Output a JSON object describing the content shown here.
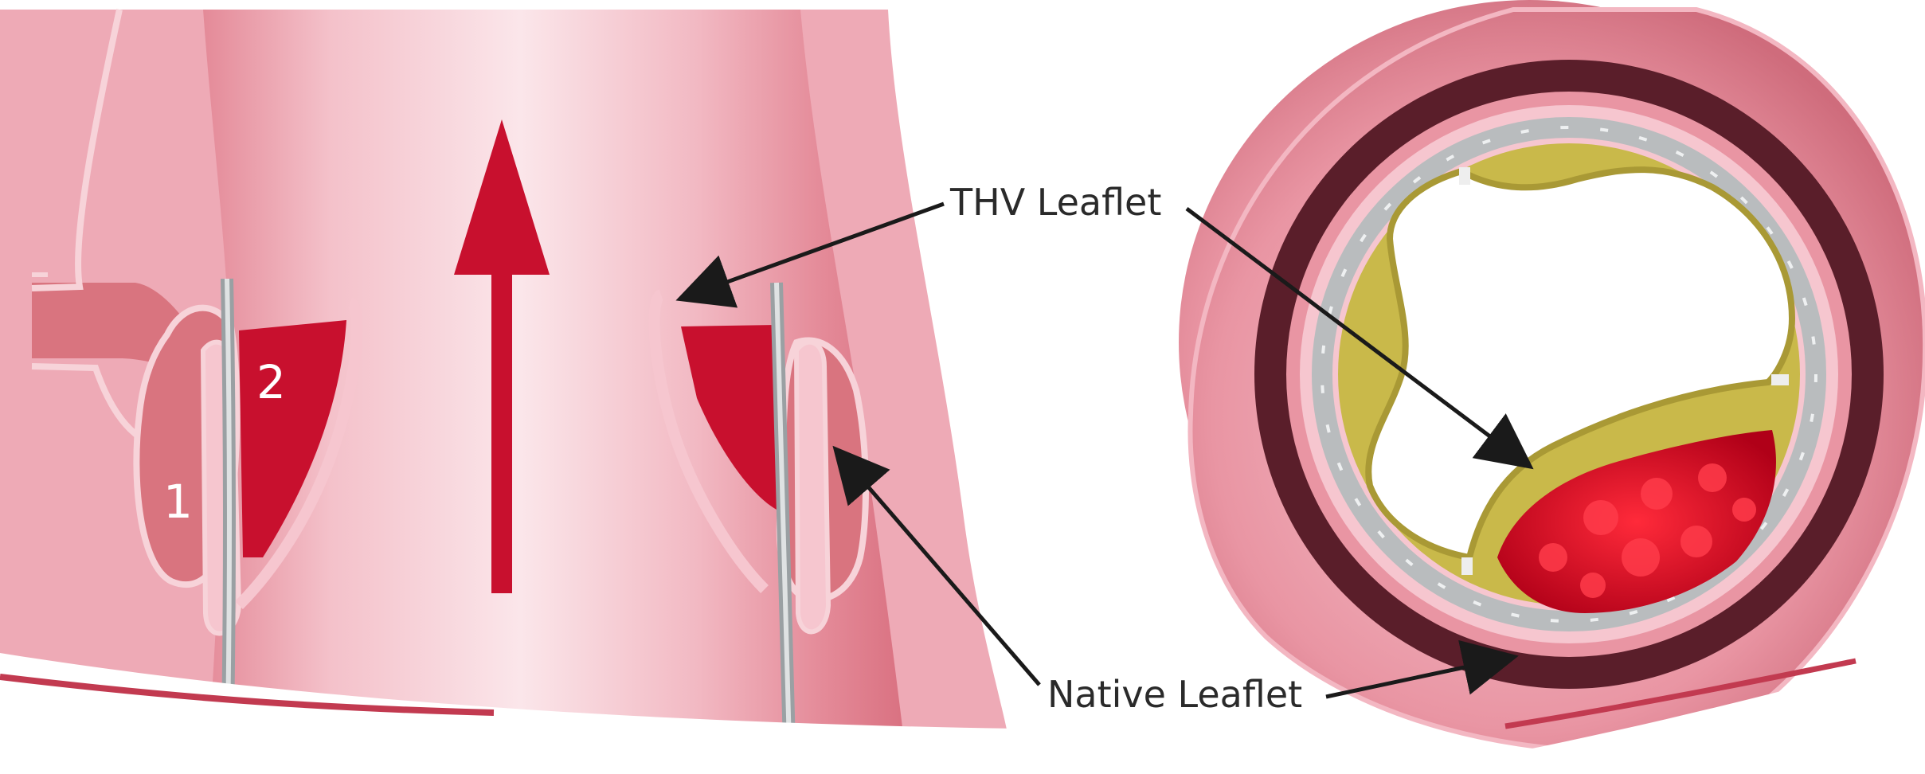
{
  "labels": {
    "thv_leaflet": "THV Leaflet",
    "native_leaflet": "Native Leaflet",
    "region_1": "1",
    "region_2": "2"
  },
  "colors": {
    "tissue_light": "#f7d3d9",
    "tissue_mid": "#eeaab6",
    "tissue_dark": "#d9747f",
    "blood_red": "#c8102e",
    "vessel_wall_dark": "#5a1e2a",
    "stent_gray": "#b9bcbe",
    "leaflet_gold": "#c9b94a",
    "text_dark": "#2a2a2a"
  }
}
